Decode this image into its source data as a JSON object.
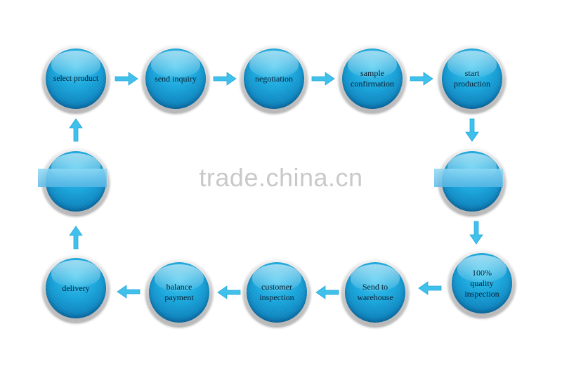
{
  "watermark": "trade.china.cn",
  "colors": {
    "node": "#1ba7dc",
    "arrow": "#3fc1ec",
    "ring": "#cfcfcf"
  },
  "steps": [
    {
      "id": "select",
      "label": "select product"
    },
    {
      "id": "inquiry",
      "label": "send inquiry"
    },
    {
      "id": "negotiation",
      "label": "negotiation"
    },
    {
      "id": "sample",
      "label": "sample confirmation"
    },
    {
      "id": "production",
      "label": "start production"
    },
    {
      "id": "right-mid",
      "label": ""
    },
    {
      "id": "quality",
      "label": "100% quality inspection"
    },
    {
      "id": "warehouse",
      "label": "Send to warehouse"
    },
    {
      "id": "customer",
      "label": "customer inspection"
    },
    {
      "id": "balance",
      "label": "balance payment"
    },
    {
      "id": "delivery",
      "label": "delivery"
    },
    {
      "id": "left-mid",
      "label": ""
    }
  ]
}
